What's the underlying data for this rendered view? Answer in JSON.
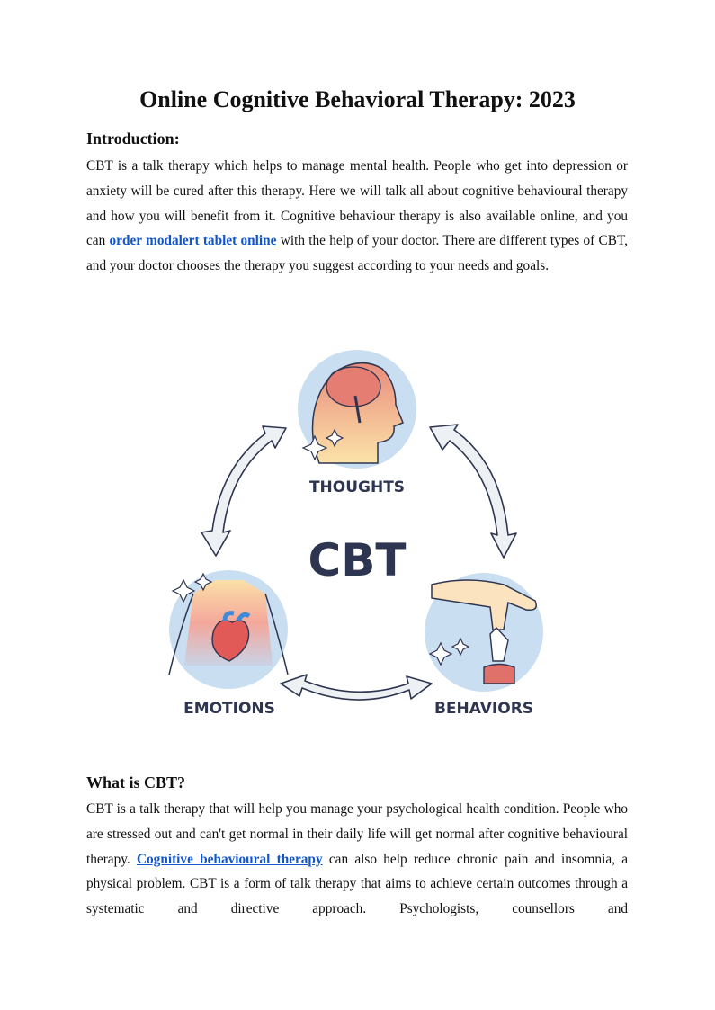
{
  "title": "Online Cognitive Behavioral Therapy: 2023",
  "intro": {
    "heading": "Introduction:",
    "text_before_link": "CBT is a talk therapy which helps to manage mental health. People who get into depression or anxiety will be cured after this therapy. Here we will talk all about cognitive behavioural therapy and how you will benefit from it. Cognitive behaviour therapy is also available online, and you can ",
    "link": "order modalert tablet online",
    "text_after_link": " with the help of your doctor. There are different types of CBT, and your doctor chooses the therapy you suggest according to your needs and goals."
  },
  "diagram": {
    "center_label": "CBT",
    "thoughts_label": "THOUGHTS",
    "emotions_label": "EMOTIONS",
    "behaviors_label": "BEHAVIORS",
    "colors": {
      "text": "#2e3550",
      "circle": "#c9def0",
      "arrow_fill": "#eef1f4",
      "skin": "#f2b99a",
      "accent": "#e0706a"
    }
  },
  "what_is": {
    "heading": "What is CBT?",
    "text_before_link": "CBT is a talk therapy that will help you manage your psychological health condition. People who are stressed out and can't get normal in their daily life will get normal after cognitive behavioural therapy. ",
    "link": "Cognitive behavioural therapy",
    "text_after_link": " can also help reduce chronic pain and insomnia, a physical problem. CBT is a form of talk therapy that aims to achieve certain outcomes through a systematic and directive approach. Psychologists, counsellors and"
  }
}
